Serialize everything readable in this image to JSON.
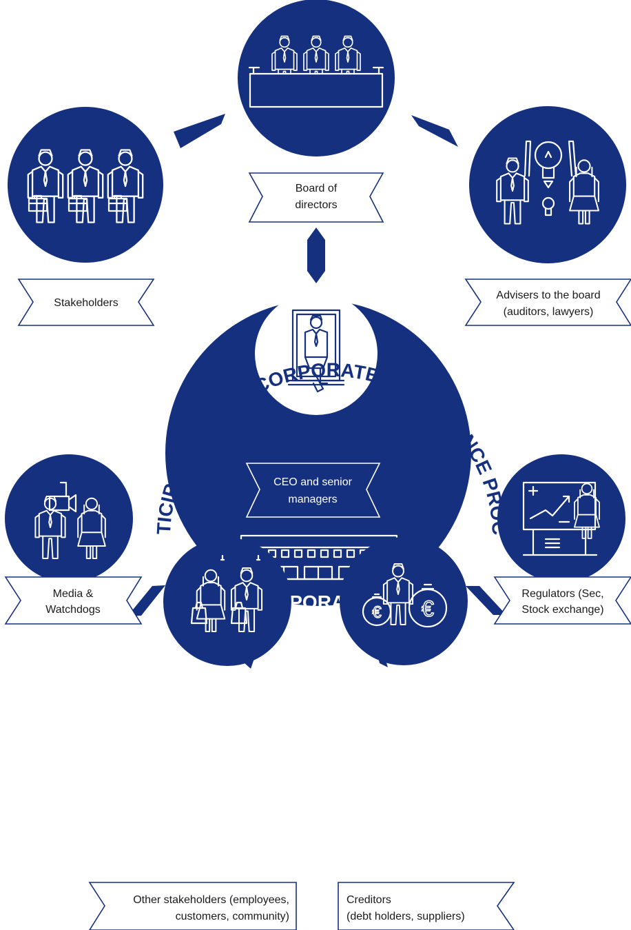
{
  "colors": {
    "primary": "#14307e",
    "background": "#ffffff",
    "text": "#1a1a1a"
  },
  "arc_title": "PARTICIPANTS IN THE CORPORATE GOVERNANCE PROCESS",
  "center": {
    "ceo_label_line1": "CEO and senior",
    "ceo_label_line2": "managers",
    "corporation_label": "CORPORATION",
    "icons": [
      "ceo-chair-icon",
      "corporation-building-icon"
    ]
  },
  "nodes": {
    "board": {
      "line1": "Board of",
      "line2": "directors",
      "icon": "board-meeting-icon"
    },
    "stakeholders": {
      "line1": "Stakeholders",
      "icon": "businessmen-briefcase-icon"
    },
    "advisers": {
      "line1": "Advisers to the board",
      "line2": "(auditors, lawyers)",
      "icon": "advisers-lightbulb-icon"
    },
    "media": {
      "line1": "Media &",
      "line2": "Watchdogs",
      "icon": "media-camera-icon"
    },
    "other": {
      "line1": "Other stakeholders (employees,",
      "line2": "customers, community)",
      "icon": "shoppers-icon"
    },
    "creditors": {
      "line1": "Creditors",
      "line2": "(debt holders, suppliers)",
      "icon": "euro-moneybags-icon"
    },
    "regulators": {
      "line1": "Regulators (Sec,",
      "line2": "Stock exchange)",
      "icon": "presentation-board-icon"
    }
  },
  "connectors": [
    "board-stakeholders",
    "board-advisers",
    "board-corporation",
    "corporation-media",
    "corporation-other",
    "corporation-creditors",
    "corporation-regulators"
  ]
}
